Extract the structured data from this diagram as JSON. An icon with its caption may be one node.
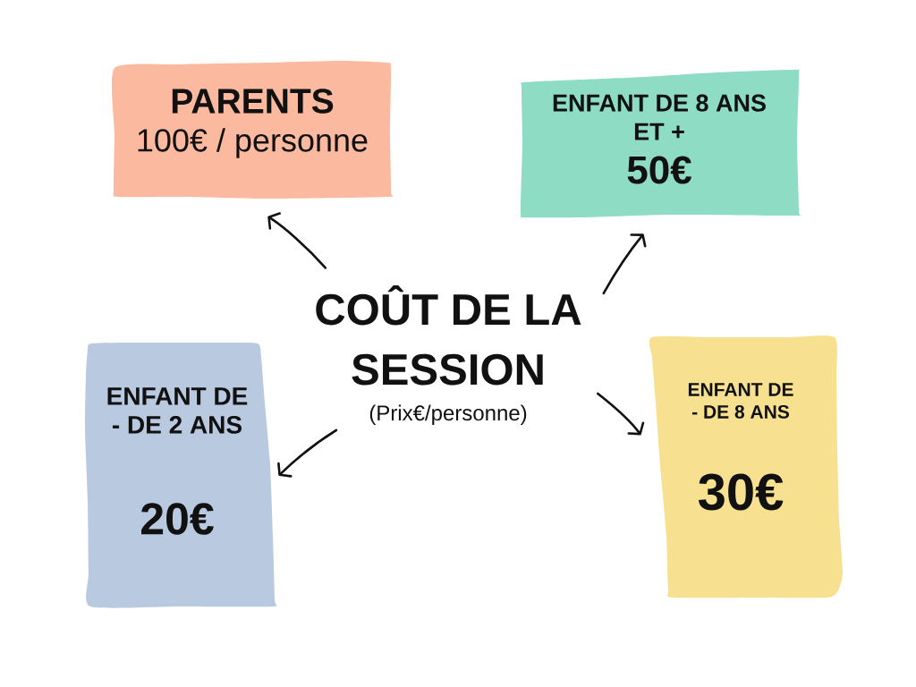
{
  "diagram": {
    "nodes": [
      {
        "text": [
          "PARENTS",
          "100€ / personne"
        ]
      },
      {
        "text": [
          "ENFANT DE 8 ANS ET +",
          "50€"
        ]
      },
      {
        "text": [
          "COÛT DE LA SESSION",
          "(Prix€/personne)"
        ]
      },
      {
        "text": [
          "ENFANT DE - DE 2 ANS",
          "20€"
        ]
      },
      {
        "text": [
          "ENFANT DE - DE 8 ANS",
          "30€"
        ]
      }
    ],
    "edges": [
      {
        "from": 2,
        "to": 0,
        "arrow": "to"
      },
      {
        "from": 2,
        "to": 1,
        "arrow": "to"
      },
      {
        "from": 2,
        "to": 3,
        "arrow": "to"
      },
      {
        "from": 2,
        "to": 4,
        "arrow": "to"
      }
    ]
  }
}
